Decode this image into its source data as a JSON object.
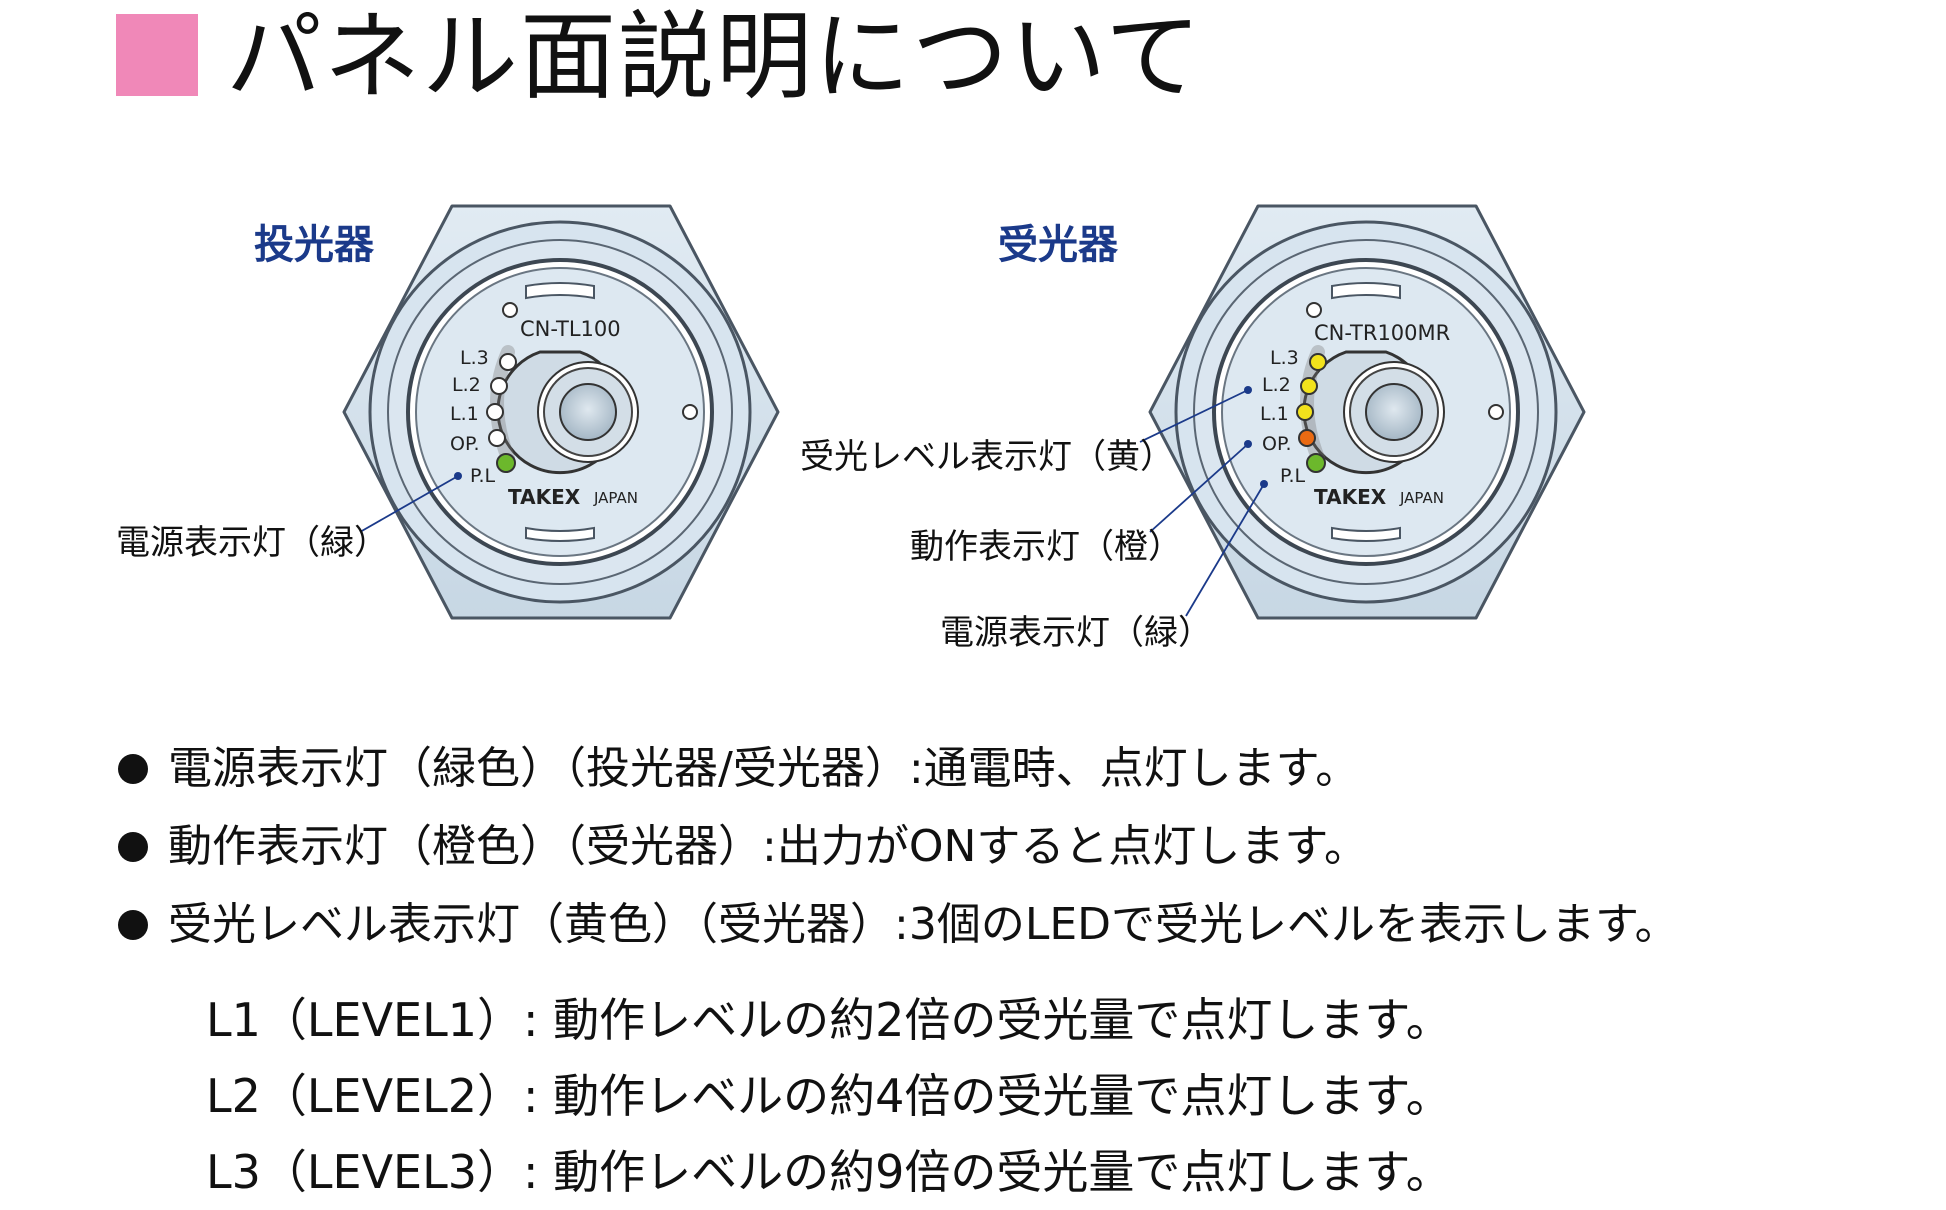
{
  "title": "パネル面説明について",
  "emitter": {
    "heading": "投光器",
    "model": "CN-TL100",
    "leds": [
      "L.3",
      "L.2",
      "L.1",
      "OP.",
      "P.L"
    ],
    "brand": "TAKEX",
    "origin": "JAPAN",
    "callouts": [
      "電源表示灯（緑）"
    ]
  },
  "receiver": {
    "heading": "受光器",
    "model": "CN-TR100MR",
    "leds": [
      "L.3",
      "L.2",
      "L.1",
      "OP.",
      "P.L"
    ],
    "brand": "TAKEX",
    "origin": "JAPAN",
    "callouts": [
      "受光レベル表示灯（黄）",
      "動作表示灯（橙）",
      "電源表示灯（緑）"
    ]
  },
  "colors": {
    "accent_square": "#f088b8",
    "heading_blue": "#1b3a8a",
    "led_green": "#6cb82c",
    "led_yellow": "#f2e21c",
    "led_orange": "#ea6a12",
    "body_fill": "#d5e3ee"
  },
  "bullets": [
    "電源表示灯（緑色）（投光器/受光器）:通電時、点灯します。",
    "動作表示灯（橙色）（受光器）:出力がONすると点灯します。",
    "受光レベル表示灯（黄色）（受光器）:3個のLEDで受光レベルを表示します。"
  ],
  "levels": [
    "L1（LEVEL1）: 動作レベルの約2倍の受光量で点灯します。",
    "L2（LEVEL2）: 動作レベルの約4倍の受光量で点灯します。",
    "L3（LEVEL3）: 動作レベルの約9倍の受光量で点灯します。"
  ]
}
